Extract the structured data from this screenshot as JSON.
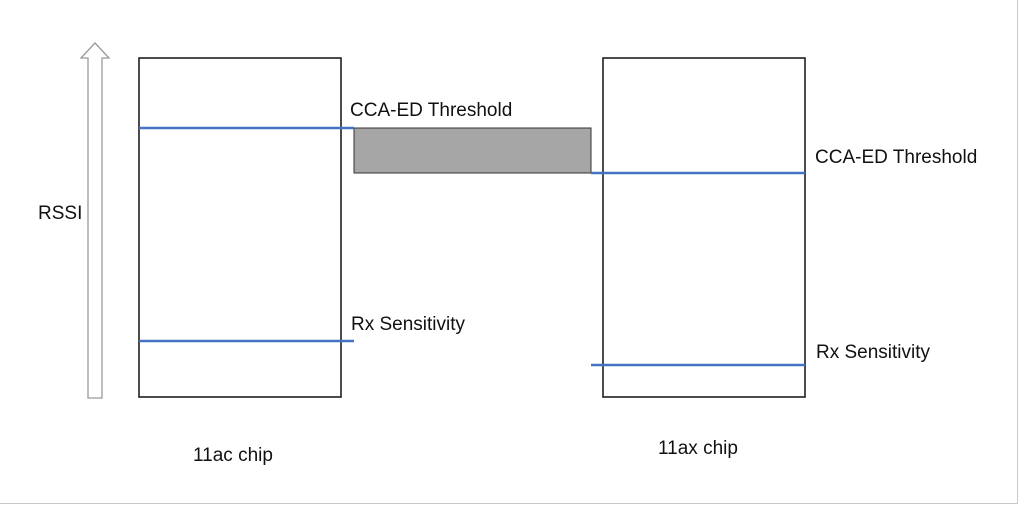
{
  "diagram": {
    "axis_label": "RSSI",
    "chips": [
      {
        "label": "11ac chip",
        "threshold_label": "CCA-ED Threshold",
        "sensitivity_label": "Rx Sensitivity"
      },
      {
        "label": "11ax chip",
        "threshold_label": "CCA-ED Threshold",
        "sensitivity_label": "Rx Sensitivity"
      }
    ],
    "colors": {
      "level_line": "#4472c4",
      "box_stroke": "#111111",
      "gap_fill": "#a6a6a6",
      "arrow_stroke": "#9a9a9a",
      "text": "#111111"
    }
  }
}
